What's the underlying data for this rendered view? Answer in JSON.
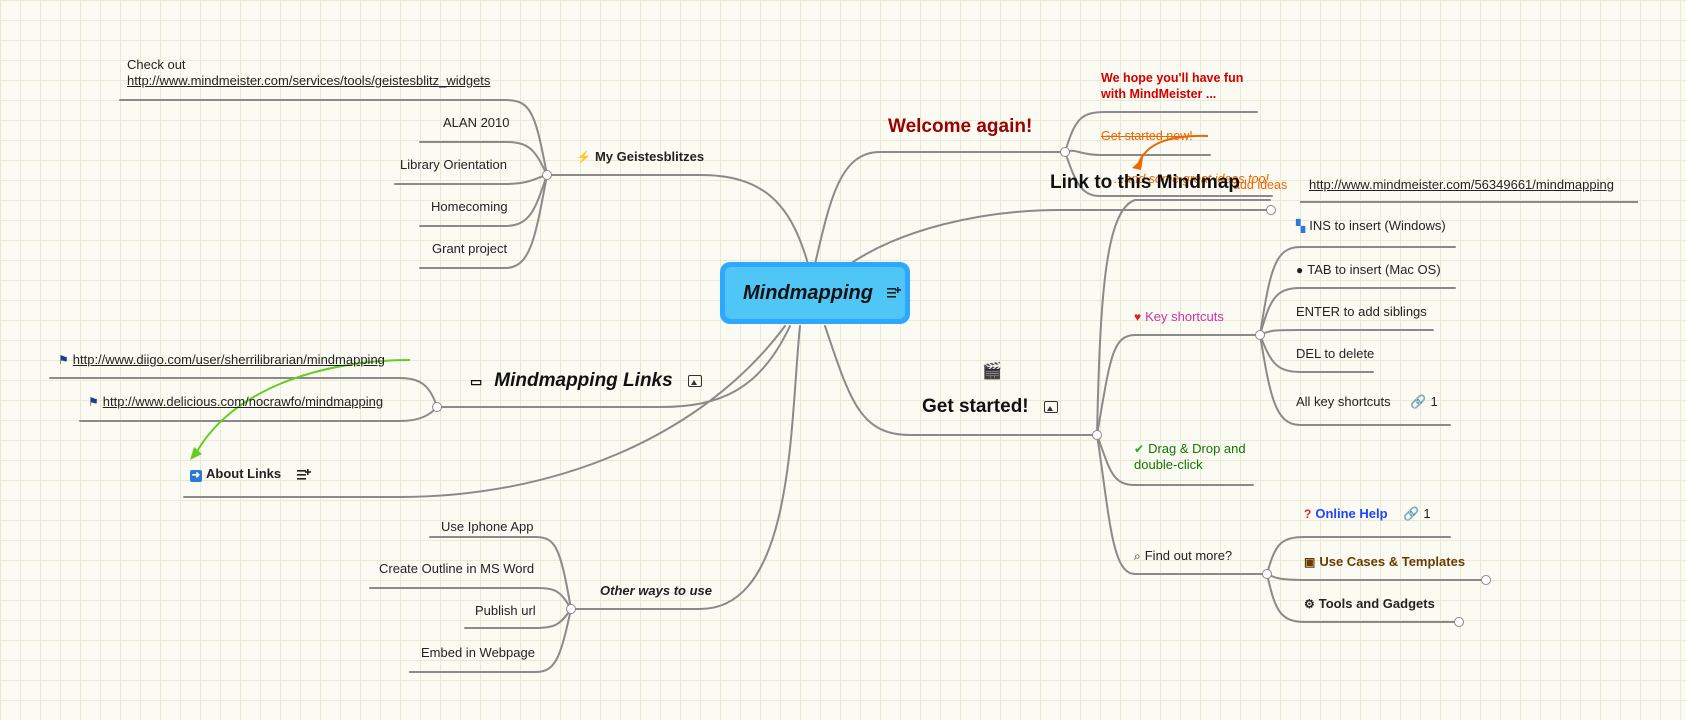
{
  "central": {
    "title": "Mindmapping"
  },
  "welcome": {
    "title": "Welcome again!",
    "hope": "We hope you'll have fun with MindMeister ...",
    "get_started_now": "Get started now!",
    "add_ideas": "add ideas",
    "annotation": "...and some great ideas too!"
  },
  "link_mindmap": {
    "title": "Link to this Mindmap",
    "url": "http://www.mindmeister.com/56349661/mindmapping"
  },
  "get_started": {
    "title": "Get started!",
    "key_shortcuts": "Key shortcuts",
    "shortcuts": [
      "INS to insert (Windows)",
      "TAB to insert (Mac OS)",
      "ENTER to add siblings",
      "DEL to delete",
      "All key shortcuts"
    ],
    "shortcut_link_count": "1",
    "drag_drop": "Drag & Drop and double-click",
    "find_more": "Find out more?",
    "online_help": "Online Help",
    "online_help_count": "1",
    "use_cases": "Use Cases & Templates",
    "tools": "Tools and Gadgets"
  },
  "geistesblitzes": {
    "title": "My Geistesblitzes",
    "check_out": "Check out",
    "check_out_url": "http://www.mindmeister.com/services/tools/geistesblitz_widgets",
    "items": [
      "ALAN 2010",
      "Library Orientation",
      "Homecoming",
      "Grant project"
    ]
  },
  "links": {
    "title": "Mindmapping Links",
    "url1": "http://www.diigo.com/user/sherrilibrarian/mindmapping",
    "url2": "http://www.delicious.com/nocrawfo/mindmapping",
    "about": "About Links"
  },
  "other_ways": {
    "title": "Other ways to use",
    "items": [
      "Use Iphone App",
      "Create Outline in MS Word",
      "Publish url",
      "Embed in Webpage"
    ]
  },
  "colors": {
    "central_border": "#2ea8ff",
    "central_fill": "#4fc6f6",
    "welcome": "#990000",
    "hope": "#d40000",
    "orange": "#ee6600",
    "key_shortcuts": "#cc33aa",
    "drag_drop": "#117700",
    "online_help": "#2244ff",
    "use_cases": "#6b3a00",
    "connector": "#8a8a8a",
    "green_arrow": "#66cc22"
  },
  "icons": {
    "geistesblitz": "lightning-icon",
    "links": "book-icon",
    "about": "arrow-right-icon",
    "get_started": "clapperboard-icon",
    "key_shortcuts": "heart-icon",
    "drag_drop": "checkmark-icon",
    "find_more": "magnifier-icon",
    "online_help": "question-icon",
    "use_cases": "briefcase-icon",
    "tools": "gear-icon",
    "windows": "windows-icon",
    "apple": "apple-icon",
    "flag": "flag-icon",
    "link": "chain-link-icon"
  }
}
